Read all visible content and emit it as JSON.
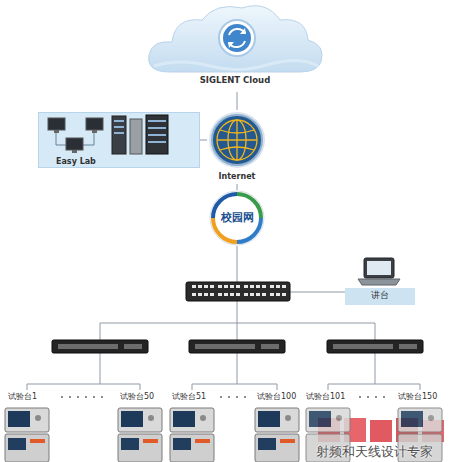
{
  "diagram": {
    "nodes": [
      {
        "text": [
          "SIGLENT Cloud"
        ]
      },
      {
        "text": [
          "Easy Lab"
        ]
      },
      {
        "text": [
          "Internet"
        ]
      },
      {
        "text": [
          "校园网"
        ]
      },
      {
        "text": [
          "讲台"
        ]
      }
    ],
    "edges": [
      {
        "from": 0,
        "to": 2,
        "arrow": "none"
      },
      {
        "from": 1,
        "to": 2,
        "arrow": "none"
      },
      {
        "from": 2,
        "to": 3,
        "arrow": "none"
      }
    ],
    "labels": [
      "试验台1",
      "试验台50",
      "试验台51",
      "试验台100",
      "试验台101",
      "试验台150",
      "射频和天线设计专家"
    ]
  }
}
